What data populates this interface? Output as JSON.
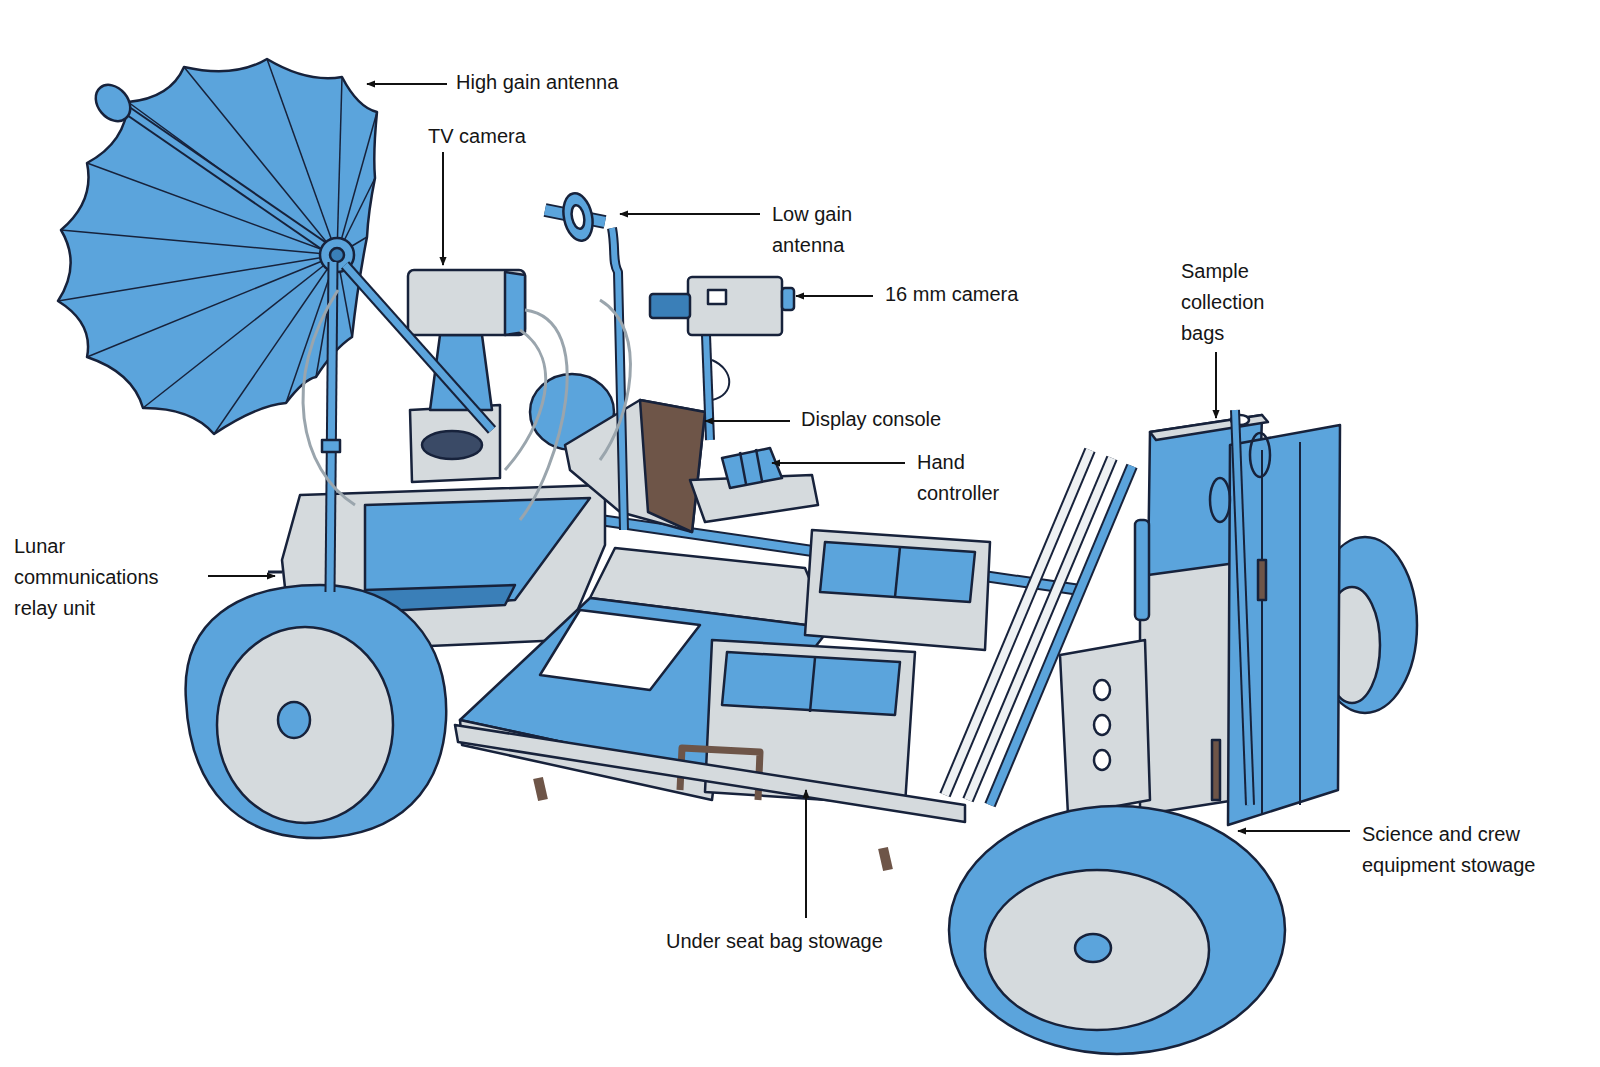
{
  "diagram": {
    "labels": [
      "High gain antenna",
      "TV camera",
      "Low gain antenna",
      "16 mm camera",
      "Sample collection bags",
      "Display console",
      "Hand controller",
      "Lunar communications relay unit",
      "Science and crew equipment stowage",
      "Under seat bag stowage"
    ]
  }
}
